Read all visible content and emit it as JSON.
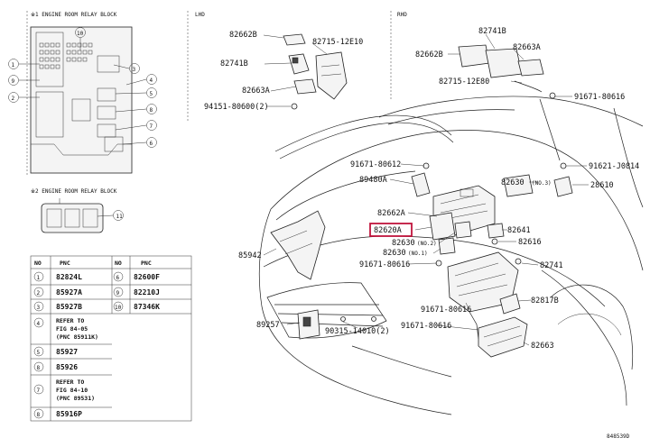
{
  "inset1": {
    "title": "※1 ENGINE ROOM RELAY BLOCK",
    "callouts": [
      "1",
      "9",
      "2",
      "10",
      "3",
      "4",
      "5",
      "8",
      "7",
      "6"
    ]
  },
  "inset2": {
    "title": "※2 ENGINE ROOM RELAY BLOCK",
    "callout": "11"
  },
  "sections": {
    "lhd": "LHD",
    "rhd": "RHD"
  },
  "labels": {
    "l_82662b": "82662B",
    "l_82715_12e10": "82715-12E10",
    "l_82741b_lhd": "82741B",
    "l_82663a_lhd": "82663A",
    "l_94151": "94151-80600(2)",
    "r_82741b": "82741B",
    "r_82662b": "82662B",
    "r_82663a": "82663A",
    "r_82715_12e80": "82715-12E80",
    "r_91671_top": "91671-80616",
    "c_91671_80612": "91671-80612",
    "c_89480a": "89480A",
    "c_82630_no3": "82630",
    "c_no3": "(NO.3)",
    "c_91621": "91621-J0814",
    "c_28610": "28610",
    "c_82662a": "82662A",
    "c_82620a": "82620A",
    "c_82641": "82641",
    "c_82630_no2": "82630",
    "c_no2": "(NO.2)",
    "c_82630_no1": "82630",
    "c_no1": "(NO.1)",
    "c_82616": "82616",
    "c_85942": "85942",
    "c_91671_mid": "91671-80616",
    "c_82741": "82741",
    "c_91671_low": "91671-80616",
    "c_82817b": "82817B",
    "c_89257": "89257",
    "c_91671_bot": "91671-80616",
    "c_90315": "90315-14010(2)",
    "c_82663": "82663"
  },
  "table": {
    "header": [
      "NO",
      "PNC",
      "NO",
      "PNC"
    ],
    "rows": [
      {
        "n1": "1",
        "p1": "82824L",
        "n2": "6",
        "p2": "82600F"
      },
      {
        "n1": "2",
        "p1": "85927A",
        "n2": "9",
        "p2": "82210J"
      },
      {
        "n1": "3",
        "p1": "85927B",
        "n2": "10",
        "p2": "87346K"
      }
    ],
    "row4": {
      "n": "4",
      "lines": [
        "REFER TO",
        "FIG 84-05",
        "(PNC 85911K)"
      ]
    },
    "row5": {
      "n": "5",
      "p": "85927"
    },
    "row6": {
      "n": "8",
      "p": "85926"
    },
    "row7": {
      "n": "7",
      "lines": [
        "REFER TO",
        "FIG 84-10",
        "(PNC 89531)"
      ]
    },
    "row8": {
      "n": "8",
      "p": "85916P"
    }
  },
  "figure_id": "848539D",
  "highlight_color": "#c0143c"
}
